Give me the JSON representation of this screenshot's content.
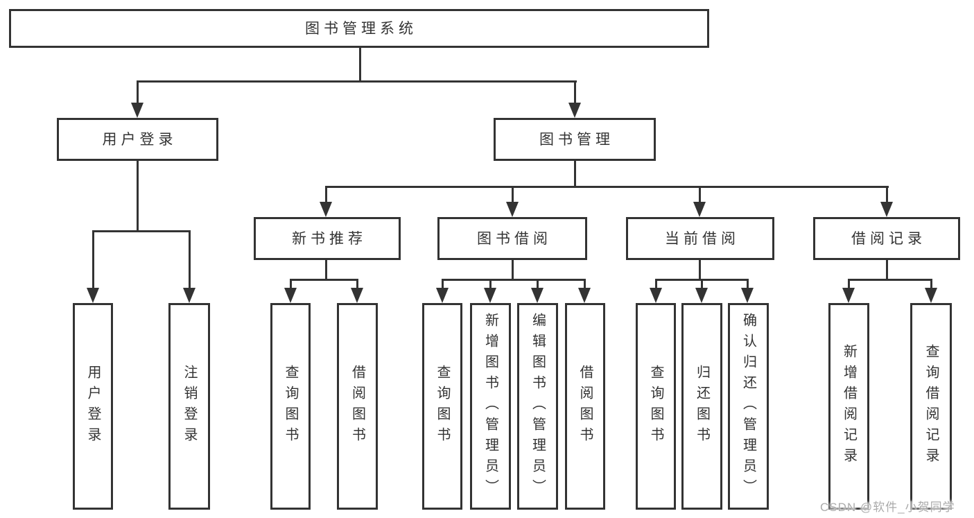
{
  "nodes": {
    "root": {
      "label": "图书管理系统"
    },
    "level2": [
      {
        "id": "user-login",
        "label": "用户登录"
      },
      {
        "id": "book-management",
        "label": "图书管理"
      }
    ],
    "level3": [
      {
        "id": "new-book-recommendation",
        "label": "新书推荐",
        "parent": "book-management"
      },
      {
        "id": "book-borrowing",
        "label": "图书借阅",
        "parent": "book-management"
      },
      {
        "id": "current-borrowing",
        "label": "当前借阅",
        "parent": "book-management"
      },
      {
        "id": "borrowing-records",
        "label": "借阅记录",
        "parent": "book-management"
      }
    ],
    "leaves": [
      {
        "id": "user-login",
        "label": "用户登录",
        "parent": "user-login"
      },
      {
        "id": "logout",
        "label": "注销登录",
        "parent": "user-login"
      },
      {
        "id": "query-books-recommend",
        "label": "查询图书",
        "parent": "new-book-recommendation"
      },
      {
        "id": "borrow-books-recommend",
        "label": "借阅图书",
        "parent": "new-book-recommendation"
      },
      {
        "id": "query-books-borrowing",
        "label": "查询图书",
        "parent": "book-borrowing"
      },
      {
        "id": "add-books-admin",
        "label": "新增图书（管理员）",
        "parent": "book-borrowing"
      },
      {
        "id": "edit-books-admin",
        "label": "编辑图书（管理员）",
        "parent": "book-borrowing"
      },
      {
        "id": "borrow-books-borrowing",
        "label": "借阅图书",
        "parent": "book-borrowing"
      },
      {
        "id": "query-books-current",
        "label": "查询图书",
        "parent": "current-borrowing"
      },
      {
        "id": "return-books",
        "label": "归还图书",
        "parent": "current-borrowing"
      },
      {
        "id": "confirm-return-admin",
        "label": "确认归还（管理员）",
        "parent": "current-borrowing"
      },
      {
        "id": "add-borrow-record",
        "label": "新增借阅记录",
        "parent": "borrowing-records"
      },
      {
        "id": "query-borrow-record",
        "label": "查询借阅记录",
        "parent": "borrowing-records"
      }
    ]
  },
  "watermark": {
    "text": "CSDN @软件_小贺同学"
  },
  "colors": {
    "line": "#333333",
    "text": "#333333",
    "watermark": "#ababab",
    "background": "#ffffff"
  }
}
